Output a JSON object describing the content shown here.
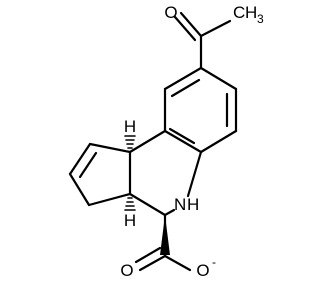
{
  "molecule": {
    "labels": {
      "methyl_C": "C",
      "methyl_H": "H",
      "methyl_sub": "3",
      "ketone_O": "O",
      "amine_N": "N",
      "amine_H": "H",
      "h9b": "H",
      "h3a": "H",
      "carboxylate_O_double": "O",
      "carboxylate_O_single": "O",
      "charge": "-"
    }
  },
  "colors": {
    "bond": "#000000",
    "text": "#000000",
    "background": "#ffffff"
  }
}
